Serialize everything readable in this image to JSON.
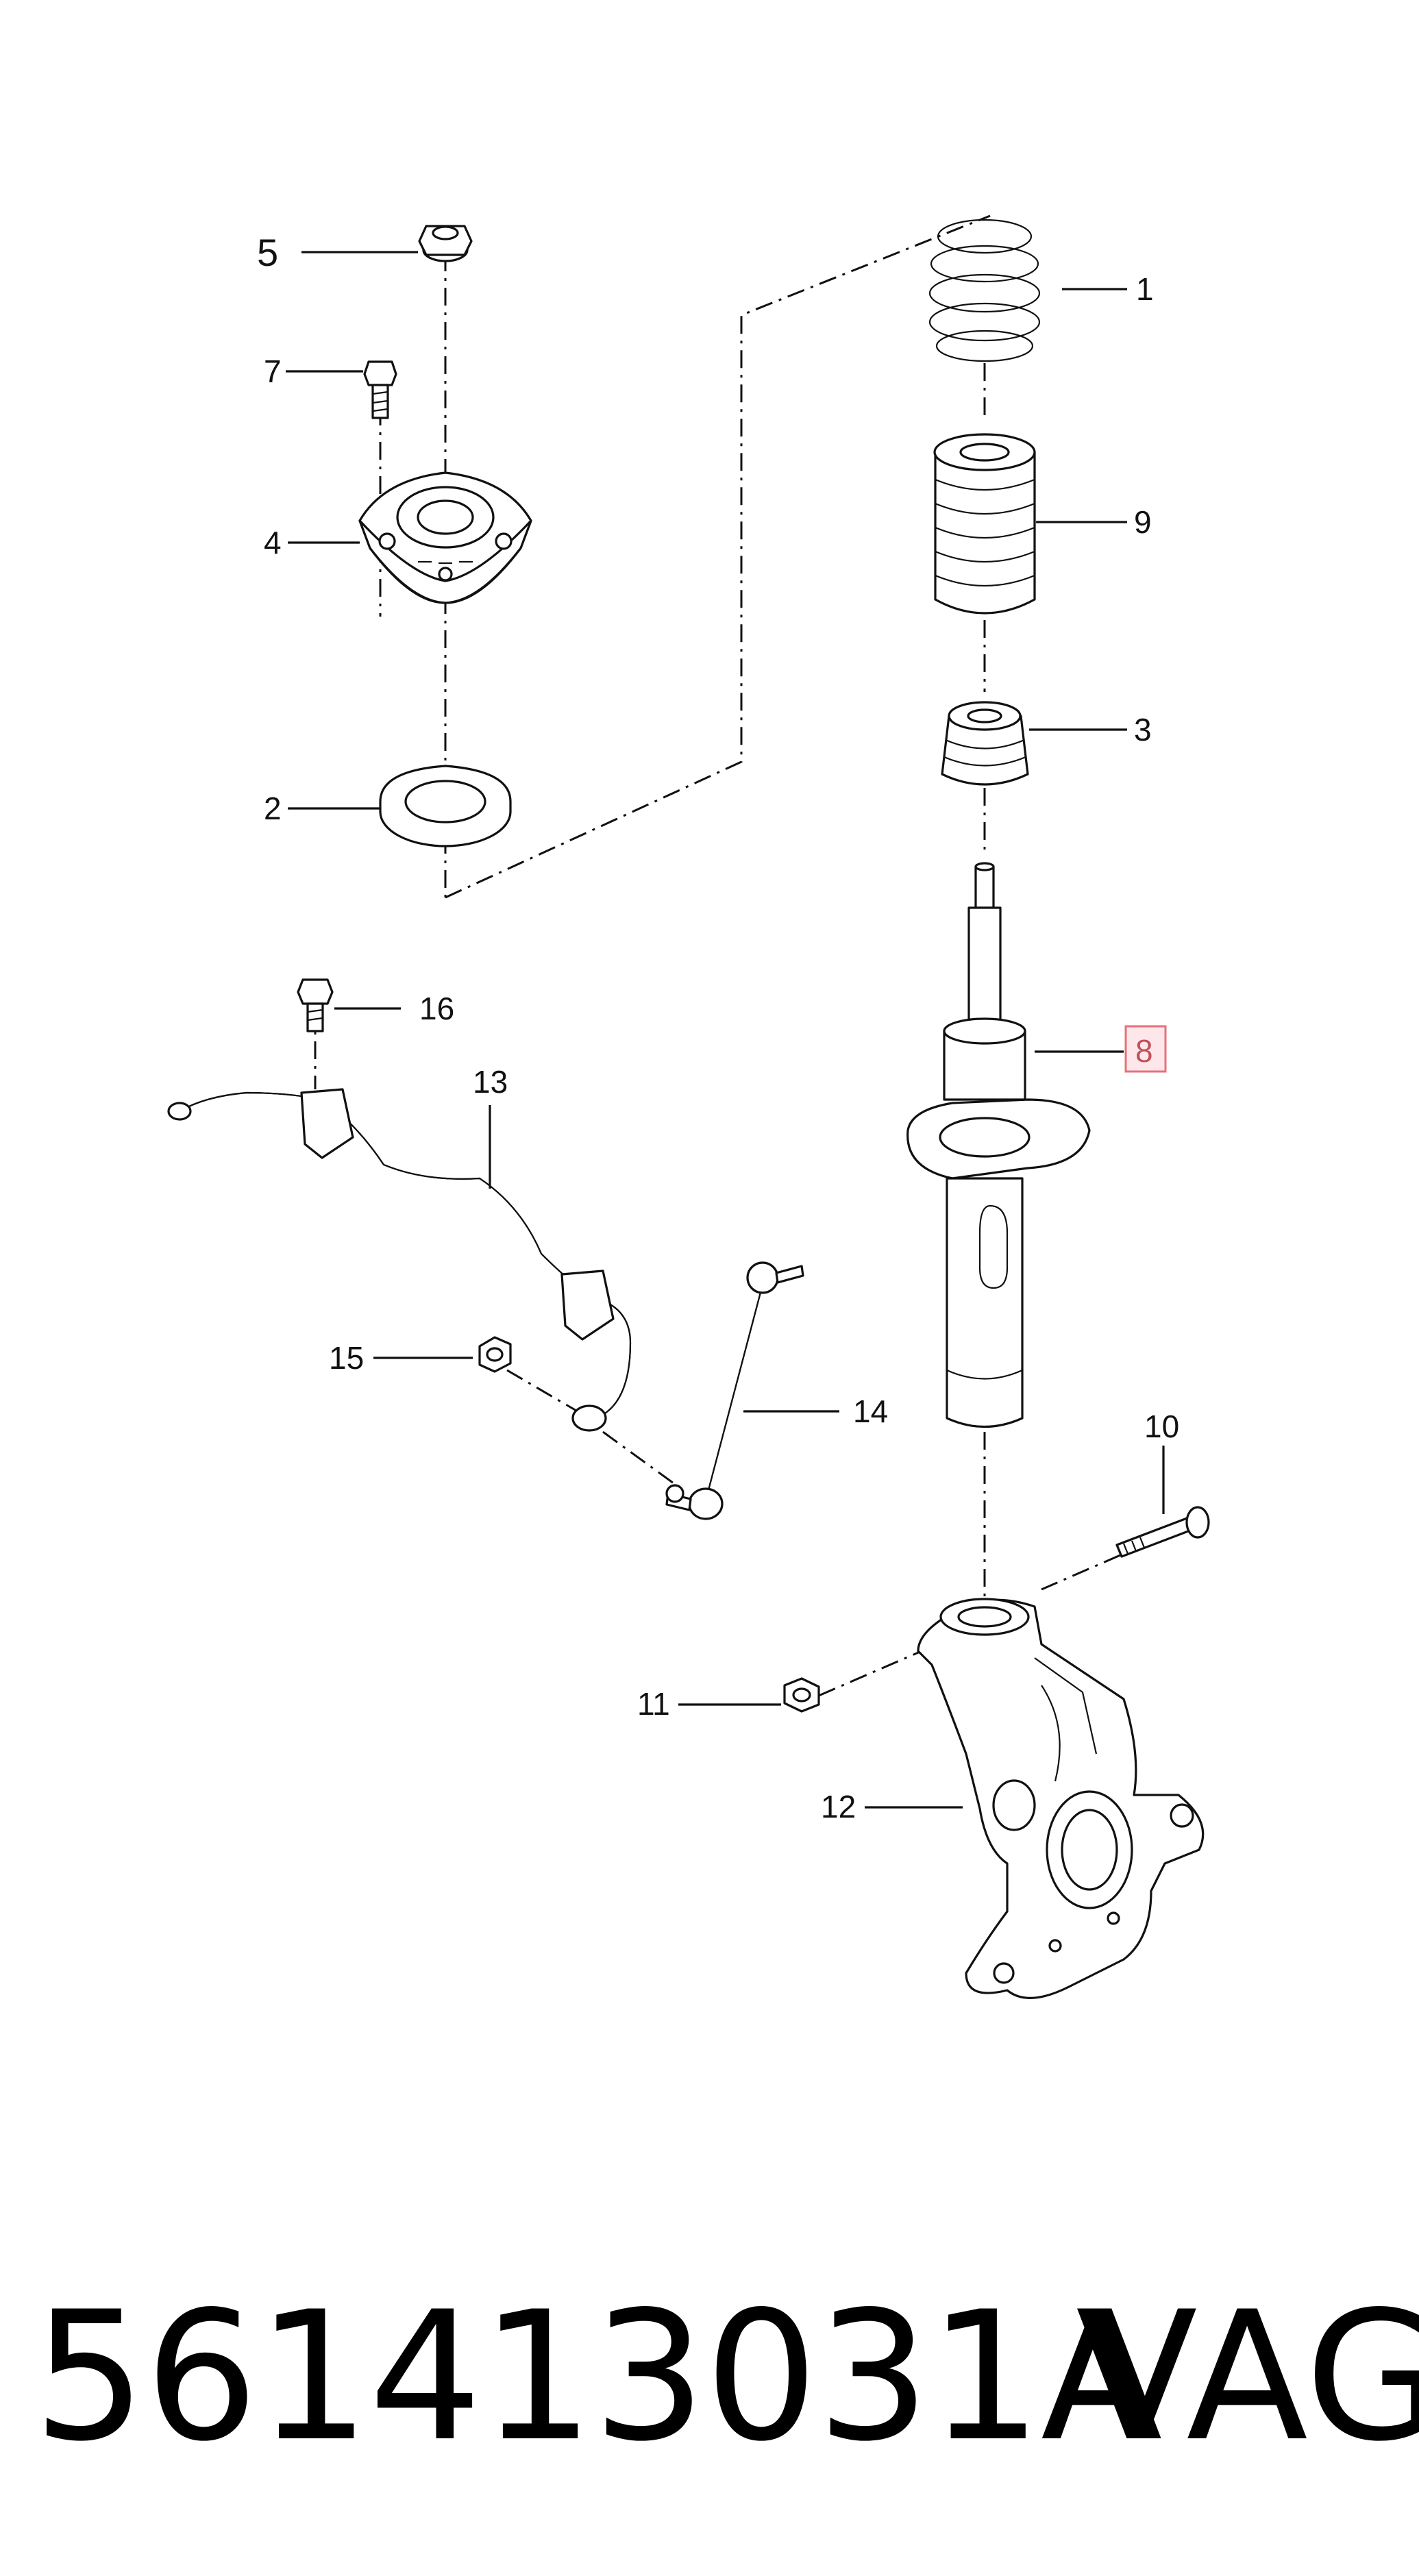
{
  "callouts": {
    "c1": "1",
    "c2": "2",
    "c3": "3",
    "c4": "4",
    "c5": "5",
    "c7": "7",
    "c8": "8",
    "c9": "9",
    "c10": "10",
    "c11": "11",
    "c12": "12",
    "c13": "13",
    "c14": "14",
    "c15": "15",
    "c16": "16"
  },
  "highlight": {
    "callout": "8",
    "color": "#e8707a",
    "fill": "#fde7ea"
  },
  "footer": {
    "part_number": "561413031A",
    "brand": "VAG"
  }
}
